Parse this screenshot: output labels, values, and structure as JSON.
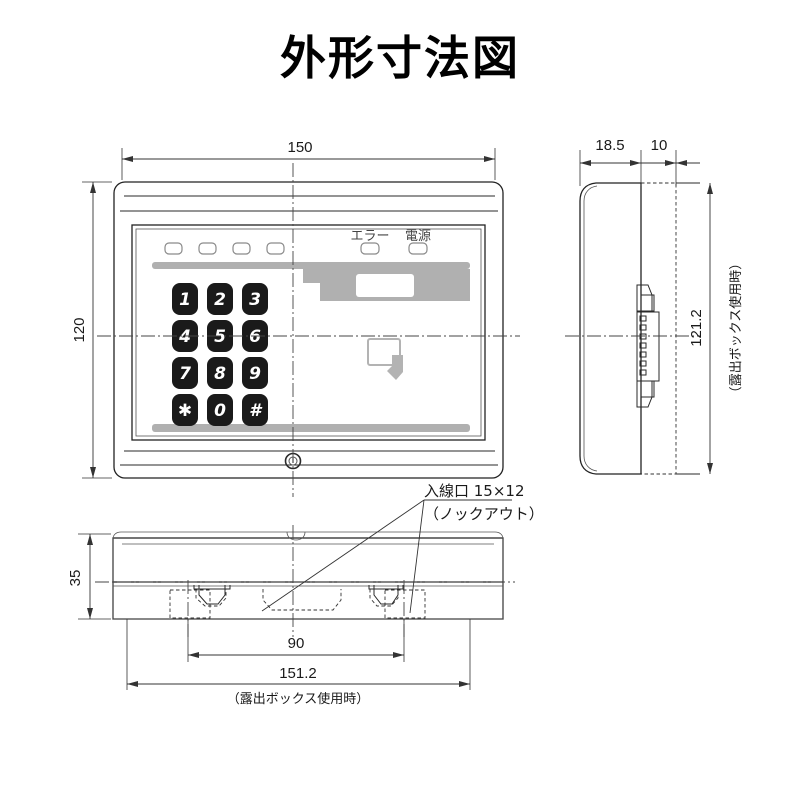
{
  "title": "外形寸法図",
  "views": {
    "front": {
      "name": "front-view",
      "dimensions": {
        "width": "150",
        "height": "120"
      },
      "keypad": {
        "rows": [
          [
            "1",
            "2",
            "3"
          ],
          [
            "4",
            "5",
            "6"
          ],
          [
            "7",
            "8",
            "9"
          ],
          [
            "✱",
            "0",
            "#"
          ]
        ]
      },
      "indicators": {
        "unlabeled_count": 4,
        "labeled": [
          {
            "label": "エラー",
            "name": "error-indicator"
          },
          {
            "label": "電源",
            "name": "power-indicator"
          }
        ]
      },
      "card_reader_icon": "card-touch-icon",
      "lock_screw": "lock-screw-icon"
    },
    "side": {
      "name": "side-view",
      "dimensions": {
        "depth_body": "18.5",
        "depth_box": "10",
        "height_with_box": "121.2",
        "height_with_box_note": "（露出ボックス使用時）"
      }
    },
    "bottom": {
      "name": "bottom-view",
      "dimensions": {
        "height": "35",
        "knockout_span": "90",
        "width_with_box": "151.2",
        "width_with_box_note": "（露出ボックス使用時）"
      },
      "callout": {
        "line1": "入線口 15×12",
        "line2": "（ノックアウト）"
      }
    }
  },
  "colors": {
    "line": "#2a2a2a",
    "gray_band": "#b0b0b0",
    "key_fill": "#1a1a1a",
    "key_text": "#ffffff",
    "icon_gray": "#b3b3b3"
  }
}
